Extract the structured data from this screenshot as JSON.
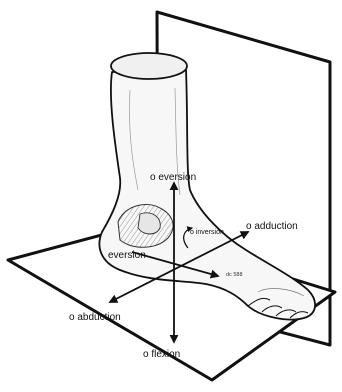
{
  "diagram": {
    "labels": {
      "eversion_top": "o eversion",
      "adduction_right": "o adduction",
      "inversion": "o inversion",
      "eversion_left": "eversion",
      "abduction": "o abduction",
      "flexion": "o flexion",
      "dorsiflexion": "dc 588"
    },
    "colors": {
      "ink": "#111111",
      "background": "#ffffff"
    }
  }
}
